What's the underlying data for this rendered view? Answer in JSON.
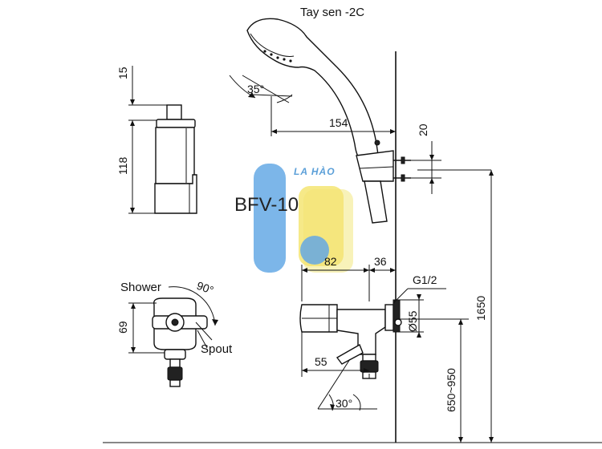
{
  "title_handshower": "Tay sen -2C",
  "model": "BFV-10",
  "watermark": "LA HÀO",
  "labels": {
    "shower": "Shower",
    "spout": "Spout",
    "thread": "G1/2"
  },
  "dimensions": {
    "d15": "15",
    "d118": "118",
    "d69": "69",
    "angle90": "90°",
    "angle35": "35°",
    "d154": "154",
    "d20": "20",
    "d82": "82",
    "d36": "36",
    "dia55": "Ø55",
    "d55": "55",
    "angle30": "30°",
    "d1650": "1650",
    "d650_950": "650~950"
  },
  "colors": {
    "watermark_blue": "#4a9ae0",
    "watermark_yellow": "#f2e15a",
    "line": "#111111"
  }
}
